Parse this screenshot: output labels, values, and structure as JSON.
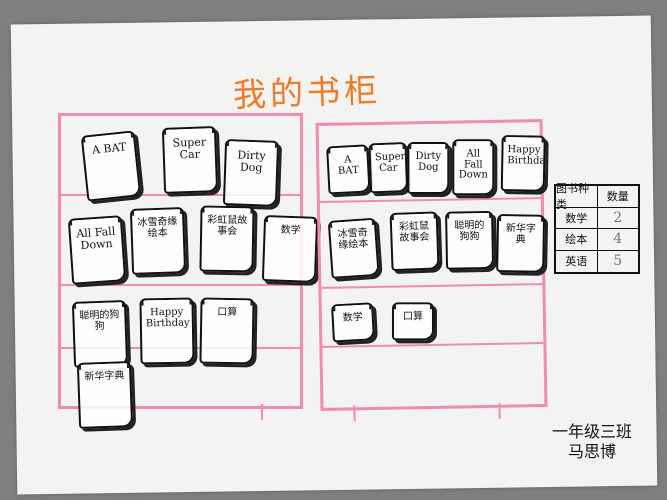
{
  "title": "我的书柜",
  "left_shelf": {
    "row1": [
      "A BAT",
      "Super Car",
      "Dirty Dog"
    ],
    "row2": [
      "All Fall Down",
      "冰雪奇缘绘本",
      "彩虹鼠故事会",
      "数学"
    ],
    "row3": [
      "聪明的狗狗",
      "Happy Birthday",
      "口算"
    ],
    "row4": [
      "新华字典"
    ]
  },
  "right_shelf": {
    "row1": [
      "A BAT",
      "Super Car",
      "Dirty Dog",
      "All Fall Down",
      "Happy Birthday"
    ],
    "row2": [
      "冰雪奇缘绘本",
      "彩虹鼠故事会",
      "聪明的狗狗",
      "新华字典"
    ],
    "row3": [
      "数学",
      "口算"
    ]
  },
  "table": {
    "header": [
      "图书种类",
      "数量"
    ],
    "rows": [
      [
        "数学",
        "2"
      ],
      [
        "绘本",
        "4"
      ],
      [
        "英语",
        "5"
      ]
    ]
  },
  "signature": {
    "class_line": "一年级三班",
    "name_line": "马思博"
  }
}
